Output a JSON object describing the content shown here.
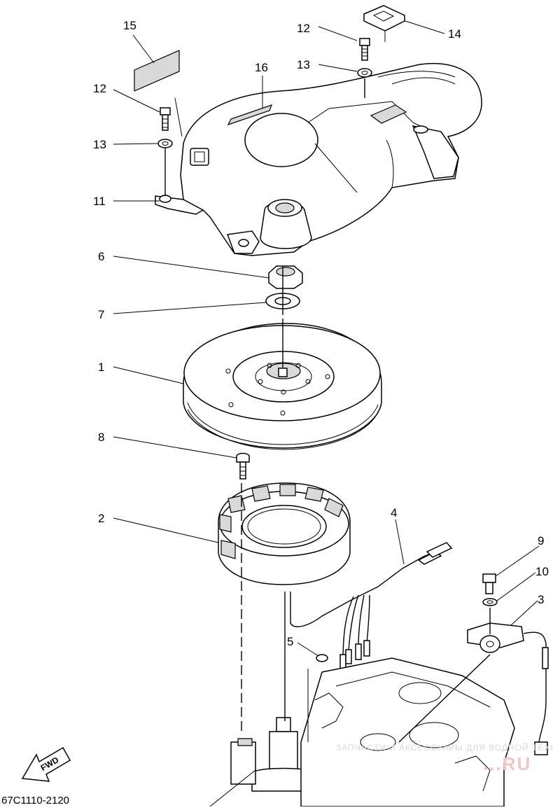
{
  "diagram": {
    "drawing_code": "67C1110-2120",
    "direction_label": "FWD",
    "watermark": {
      "line1": "ЗАПЧАСТИ И АКСЕССУАРЫ ДЛЯ ВОДНОЙ ТЕХНИКИ",
      "line2": "...RU"
    },
    "callouts": {
      "c15": "15",
      "c12a": "12",
      "c12b": "12",
      "c13a": "13",
      "c13b": "13",
      "c14": "14",
      "c16": "16",
      "c11": "11",
      "c6": "6",
      "c7": "7",
      "c1": "1",
      "c8": "8",
      "c2": "2",
      "c4": "4",
      "c9": "9",
      "c10": "10",
      "c3": "3",
      "c5": "5"
    }
  }
}
